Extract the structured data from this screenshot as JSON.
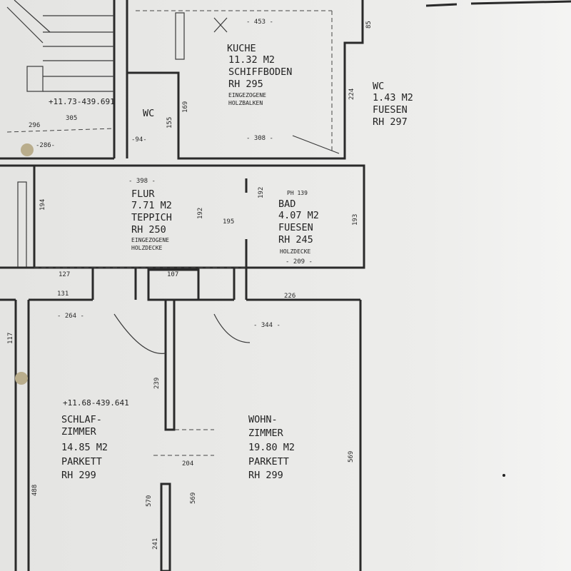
{
  "rooms": {
    "kueche": {
      "name": "KUCHE",
      "area": "11.32 M2",
      "floor": "SCHIFFBODEN",
      "height": "RH  295",
      "note1": "EINGEZOGENE",
      "note2": "HOLZBALKEN"
    },
    "wc_small": {
      "name": "WC"
    },
    "wc_right": {
      "name": "WC",
      "area": "1.43 M2",
      "floor": "FUESEN",
      "height": "RH 297"
    },
    "flur": {
      "name": "FLUR",
      "area": "7.71 M2",
      "floor": "TEPPICH",
      "height": "RH  250",
      "note1": "EINGEZOGENE",
      "note2": "HOLZDECKE"
    },
    "bad": {
      "name": "BAD",
      "area": "4.07 M2",
      "floor": "FUESEN",
      "height": "RH  245",
      "note1": "HOLZDECKE",
      "extra": "PH 139"
    },
    "schlafzimmer": {
      "name1": "SCHLAF-",
      "name2": "ZIMMER",
      "area": "14.85 M2",
      "floor": "PARKETT",
      "height": "RH 299"
    },
    "wohnzimmer": {
      "name1": "WOHN-",
      "name2": "ZIMMER",
      "area": "19.80 M2",
      "floor": "PARKETT",
      "height": "RH 299"
    }
  },
  "levels": {
    "upper": "+11.73-439.691",
    "lower": "+11.68-439.641"
  },
  "dimensions": {
    "k_width": "- 453 -",
    "k_bottom": "- 308 -",
    "k_right": "224",
    "k_wc": "169",
    "wc_h": "155",
    "wc_w": "-94-",
    "flur_w": "- 398 -",
    "flur_h": "194",
    "bad_h": "193",
    "bad_w": "- 209 -",
    "bad_192": "192",
    "flur_192": "192",
    "flur_195": "195",
    "hall_107": "107",
    "hall_226": "226",
    "hall_127": "127",
    "hall_131": "131",
    "s_w": "- 264 -",
    "w_w": "- 344 -",
    "wall_239": "239",
    "door_204": "204",
    "s_570": "570",
    "w_569": "569",
    "wall_241": "241",
    "left_117": "117",
    "left_488": "488",
    "right_569": "569",
    "k_85": "85",
    "stair_296": "296",
    "stair_305": "305",
    "stair_286": "-286-"
  }
}
